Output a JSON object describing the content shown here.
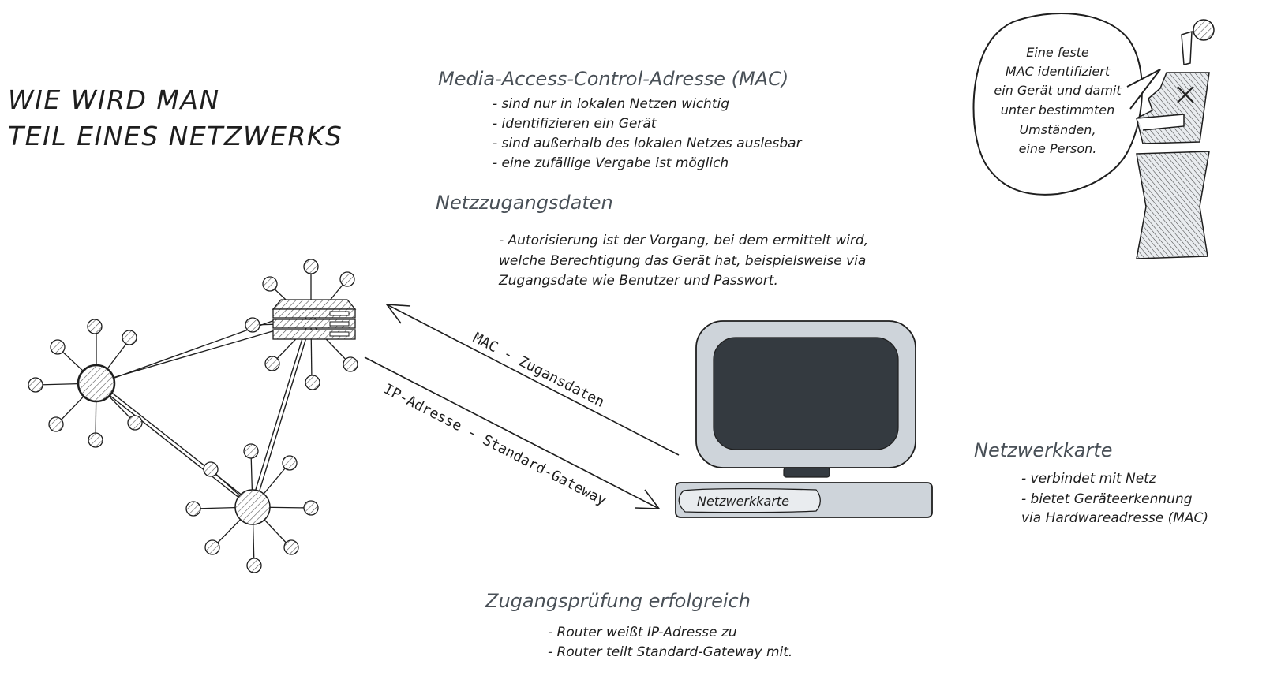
{
  "title": [
    "WIE WIRD MAN",
    "TEIL EINES NETZWERKS"
  ],
  "mac_section": {
    "heading": "Media-Access-Control-Adresse (MAC)",
    "items": [
      "- sind nur in lokalen Netzen wichtig",
      "- identifizieren ein Gerät",
      "- sind außerhalb des lokalen Netzes auslesbar",
      "- eine zufällige Vergabe ist möglich"
    ]
  },
  "access_section": {
    "heading": "Netzzugangsdaten",
    "lines": [
      "- Autorisierung ist der Vorgang, bei dem ermittelt wird,",
      "welche Berechtigung das Gerät hat, beispielsweise via",
      "Zugangsdate wie Benutzer und Passwort."
    ]
  },
  "speech_bubble": [
    "Eine feste",
    "MAC identifiziert",
    "ein Gerät und damit",
    "unter bestimmten",
    "Umständen,",
    "eine Person."
  ],
  "arrows": {
    "to_network": "MAC - Zugansdaten",
    "to_computer": "IP-Adresse - Standard-Gateway"
  },
  "computer": {
    "nic_label": "Netzwerkkarte"
  },
  "nic_section": {
    "heading": "Netzwerkkarte",
    "items": [
      "- verbindet mit Netz",
      "- bietet Geräteerkennung",
      "via Hardwareadresse (MAC)"
    ]
  },
  "success_section": {
    "heading": "Zugangsprüfung erfolgreich",
    "items": [
      "- Router weißt IP-Adresse zu",
      "- Router teilt Standard-Gateway mit."
    ]
  },
  "colors": {
    "ink": "#1e1e1e",
    "heading": "#495057",
    "screen": "#343a40",
    "monitor": "#ced4da"
  }
}
